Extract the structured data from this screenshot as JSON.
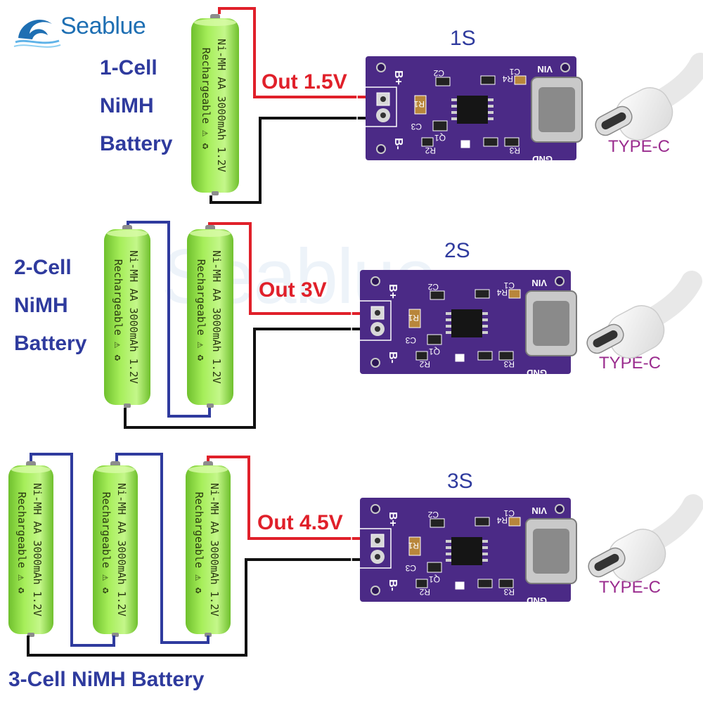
{
  "brand": {
    "name": "Seablue"
  },
  "sections": [
    {
      "id": "1s",
      "series_label": "1S",
      "battery_label_lines": [
        "1-Cell",
        "NiMH",
        "Battery"
      ],
      "output_label": "Out 1.5V",
      "connector_label": "TYPE-C",
      "cell_count": 1
    },
    {
      "id": "2s",
      "series_label": "2S",
      "battery_label_lines": [
        "2-Cell",
        "NiMH",
        "Battery"
      ],
      "output_label": "Out 3V",
      "connector_label": "TYPE-C",
      "cell_count": 2
    },
    {
      "id": "3s",
      "series_label": "3S",
      "battery_label": "3-Cell NiMH Battery",
      "output_label": "Out 4.5V",
      "connector_label": "TYPE-C",
      "cell_count": 3
    }
  ],
  "battery_cell": {
    "line1": "Ni-MH AA 3000mAh 1.2V",
    "line2": "Rechargeable"
  },
  "pcb_silkscreen": {
    "b_plus": "B+",
    "b_minus": "B-",
    "vin": "VIN",
    "gnd": "GND",
    "c1": "C1",
    "c2": "C2",
    "c3": "C3",
    "r1": "R1",
    "r2": "R2",
    "r3": "R3",
    "r4": "R4",
    "q1": "Q1"
  },
  "colors": {
    "pcb": "#4b2a86",
    "battery": "#a6ee5a",
    "battery_dark": "#6fc02d",
    "wire_positive": "#e0202a",
    "wire_negative": "#111111",
    "wire_series": "#2f3b9e",
    "label_blue": "#2f3b9e",
    "output_red": "#e0202a",
    "typec_purple": "#9a2c8e"
  }
}
